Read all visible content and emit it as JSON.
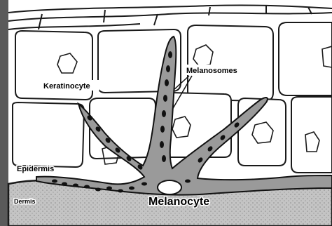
{
  "diagram": {
    "labels": {
      "keratinocyte": "Keratinocyte",
      "melanosomes": "Melanosomes",
      "epidermis": "Epidermis",
      "dermis": "Dermis",
      "melanocyte": "Melanocyte"
    },
    "colors": {
      "background": "#ffffff",
      "cell_fill": "#ffffff",
      "cell_outline": "#1a1a1a",
      "dermis": "#b8b8b8",
      "melanocyte": "#9a9a9a",
      "melanosome": "#111111"
    }
  }
}
